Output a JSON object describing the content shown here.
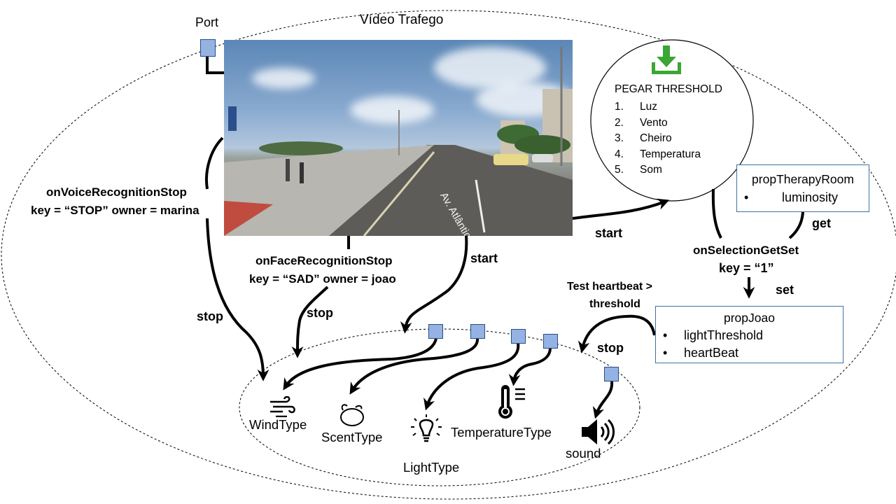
{
  "video": {
    "title": "Vídeo Trafego",
    "port_label": "Port",
    "photo_text": "Av. Atlântica"
  },
  "threshold_node": {
    "title": "PEGAR THRESHOLD",
    "items": [
      {
        "num": "1.",
        "label": "Luz"
      },
      {
        "num": "2.",
        "label": "Vento"
      },
      {
        "num": "3.",
        "label": "Cheiro"
      },
      {
        "num": "4.",
        "label": "Temperatura"
      },
      {
        "num": "5.",
        "label": "Som"
      }
    ],
    "icon": "download-icon",
    "icon_color": "#3aa634"
  },
  "prop_therapy_room": {
    "title": "propTherapyRoom",
    "items": [
      "luminosity"
    ]
  },
  "prop_joao": {
    "title": "propJoao",
    "items": [
      "lightThreshold",
      "heartBeat"
    ]
  },
  "links": {
    "voice_line1": "onVoiceRecognitionStop",
    "voice_line2": "key = “STOP” owner = marina",
    "face_line1": "onFaceRecognitionStop",
    "face_line2": "key = “SAD” owner = joao",
    "selection_line1": "onSelectionGetSet",
    "selection_line2": "key = “1”",
    "test_line1": "Test  heartbeat >",
    "test_line2": "threshold",
    "stop": "stop",
    "start": "start",
    "get": "get",
    "set": "set"
  },
  "media": {
    "wind": "WindType",
    "scent": "ScentType",
    "light": "LightType",
    "temperature": "TemperatureType",
    "sound": "sound"
  },
  "colors": {
    "port_fill": "#94b3e4",
    "port_border": "#2a4d80",
    "box_border": "#41719c"
  }
}
